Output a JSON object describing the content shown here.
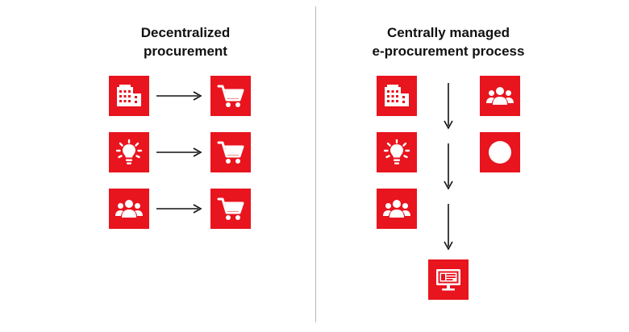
{
  "diagram": {
    "left_title": [
      "Decentralized",
      "procurement"
    ],
    "right_title": [
      "Centrally managed",
      "e-procurement process"
    ],
    "colors": {
      "tile": "#e8141e",
      "icon": "#ffffff",
      "arrow": "#111111",
      "divider": "#b9b9b9"
    },
    "left_rows": [
      {
        "source_icon": "building-icon",
        "target_icon": "shopping-cart-icon"
      },
      {
        "source_icon": "lightbulb-icon",
        "target_icon": "shopping-cart-icon"
      },
      {
        "source_icon": "users-icon",
        "target_icon": "shopping-cart-icon"
      }
    ],
    "right_nodes": [
      {
        "icon": "building-icon"
      },
      {
        "icon": "lightbulb-icon"
      },
      {
        "icon": "users-icon"
      },
      {
        "icon": "users-icon"
      },
      {
        "icon": "circle-icon"
      },
      {
        "icon": "monitor-icon"
      }
    ]
  }
}
